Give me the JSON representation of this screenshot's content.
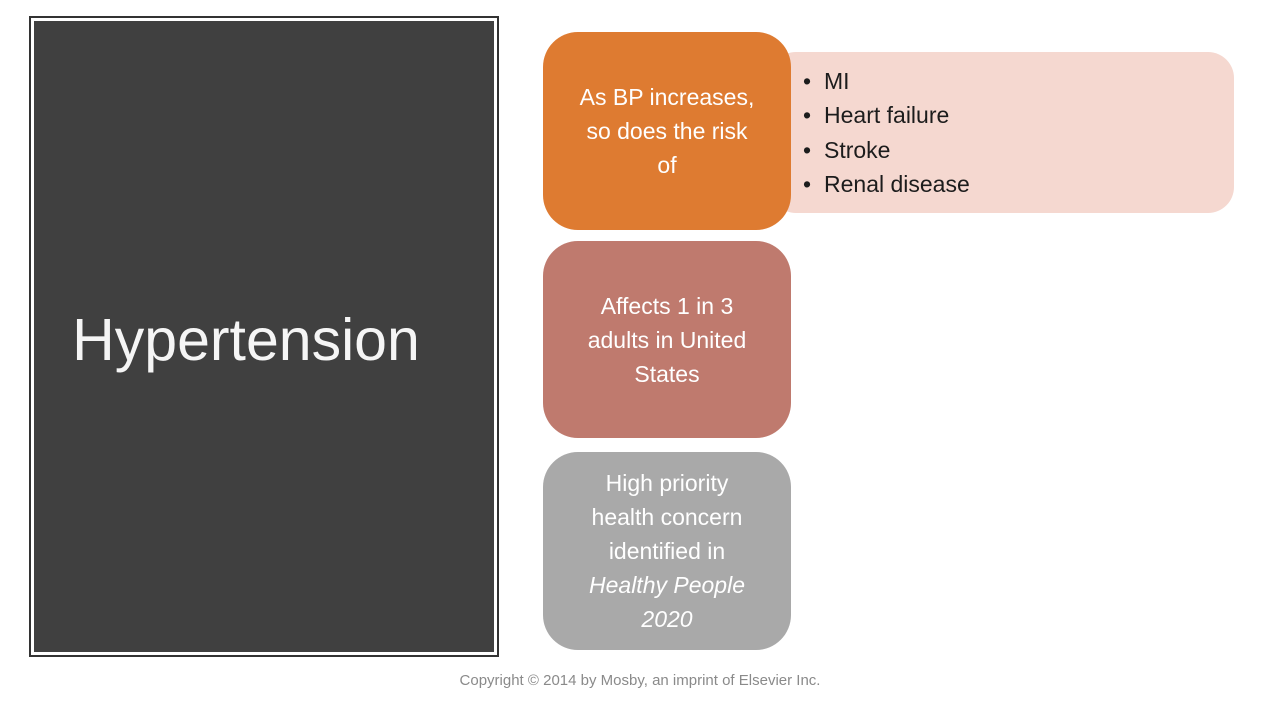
{
  "title": "Hypertension",
  "footer": {
    "copyright": "Copyright © 2014 by Mosby, an imprint of Elsevier Inc."
  },
  "colors": {
    "title_panel_fill": "#404040",
    "title_panel_border": "#333333",
    "title_text": "#f5f5f5",
    "accent_orange": "#DE7B31",
    "accent_rose": "#BF7A6E",
    "accent_pink": "#F5D8D0",
    "accent_gray": "#A9A9A9",
    "bullet_text": "#1c1c1c",
    "footer_text": "#8a8a8a"
  },
  "diagram": {
    "cause": {
      "text": "As BP increases, so does the risk of"
    },
    "risks": {
      "items": [
        "MI",
        "Heart failure",
        "Stroke",
        "Renal disease"
      ]
    },
    "prevalence": {
      "text": "Affects 1 in 3 adults in United States"
    },
    "priority": {
      "text": "High priority health concern identified in",
      "italic": "Healthy People 2020"
    }
  }
}
